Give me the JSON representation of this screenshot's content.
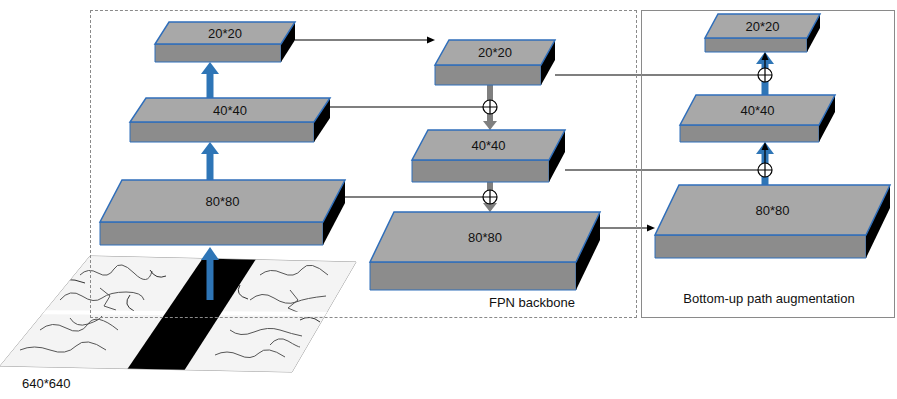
{
  "diagram": {
    "nodes": [
      {
        "text": [
          "FPN backbone"
        ]
      },
      {
        "text": [
          "20*20"
        ],
        "in": 0
      },
      {
        "text": [
          "40*40"
        ],
        "in": 0
      },
      {
        "text": [
          "80*80"
        ],
        "in": 0
      },
      {
        "text": [
          "20*20"
        ],
        "in": 0
      },
      {
        "text": [
          "40*40"
        ],
        "in": 0
      },
      {
        "text": [
          "80*80"
        ],
        "in": 0
      },
      {
        "text": [
          "Bottom-up path augmentation"
        ]
      },
      {
        "text": [
          "20*20"
        ],
        "in": 7
      },
      {
        "text": [
          "40*40"
        ],
        "in": 7
      },
      {
        "text": [
          "80*80"
        ],
        "in": 7
      }
    ],
    "edges": [
      {
        "from": 3,
        "to": 2,
        "arrow": "to"
      },
      {
        "from": 2,
        "to": 1,
        "arrow": "to"
      },
      {
        "from": 1,
        "to": 4,
        "arrow": "to"
      },
      {
        "from": 2,
        "to": 5,
        "arrow": "to"
      },
      {
        "from": 4,
        "to": 5,
        "arrow": "to"
      },
      {
        "from": 3,
        "to": 6,
        "arrow": "to"
      },
      {
        "from": 5,
        "to": 6,
        "arrow": "to"
      },
      {
        "from": 6,
        "to": 10,
        "arrow": "to"
      },
      {
        "from": 10,
        "to": 9,
        "arrow": "to"
      },
      {
        "from": 5,
        "to": 9,
        "arrow": "to"
      },
      {
        "from": 9,
        "to": 8,
        "arrow": "to"
      },
      {
        "from": 4,
        "to": 8,
        "arrow": "to"
      }
    ],
    "labels": [
      "640*640"
    ]
  }
}
